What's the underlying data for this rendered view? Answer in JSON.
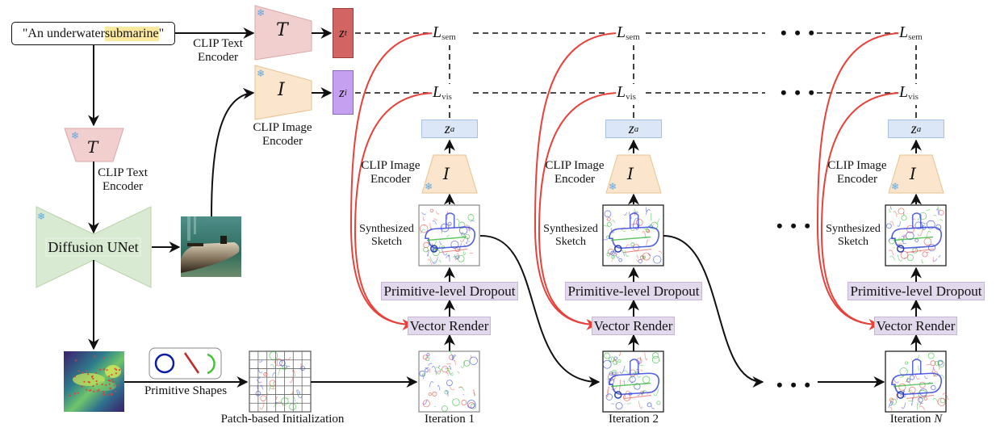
{
  "figure": {
    "prompt": {
      "prefix": "\"An underwater ",
      "highlight": "submarine",
      "suffix": "\""
    },
    "encoders": {
      "text_encoder_top_label_line1": "CLIP Text",
      "text_encoder_top_label_line2": "Encoder",
      "image_encoder_top_label_line1": "CLIP Image",
      "image_encoder_top_label_line2": "Encoder",
      "text_encoder_left_label_line1": "CLIP Text",
      "text_encoder_left_label_line2": "Encoder",
      "text_symbol": "T",
      "image_symbol": "I"
    },
    "embeddings": {
      "text": "z",
      "text_sub": "t",
      "image": "z",
      "image_sub": "i",
      "sketch": "z",
      "sketch_sub": "a"
    },
    "unet_label": "Diffusion UNet",
    "primitive_shapes_label": "Primitive Shapes",
    "patch_init_label": "Patch-based Initialization",
    "losses": {
      "sem": "L",
      "sem_sub": "sem",
      "vis": "L",
      "vis_sub": "vis"
    },
    "stage": {
      "clip_image_line1": "CLIP Image",
      "clip_image_line2": "Encoder",
      "sketch_line1": "Synthesized",
      "sketch_line2": "Sketch",
      "dropout": "Primitive-level Dropout",
      "render": "Vector Render"
    },
    "iterations": [
      {
        "label": "Iteration 1"
      },
      {
        "label": "Iteration 2"
      },
      {
        "label": "Iteration ",
        "label_italic": "N"
      }
    ],
    "ellipsis": "• • •",
    "snowflake": "❄",
    "colors": {
      "text_encoder_fill": "#f2cfcf",
      "image_encoder_fill": "#fbe5cd",
      "unet_fill": "#d9ead3",
      "zt_fill": "#d26564",
      "zi_fill": "#c59ff0",
      "za_fill": "#dbe6f7",
      "module_fill": "#e3d9ec",
      "gradient_arrow": "#e8413a",
      "highlight": "#fbe9a0"
    }
  }
}
